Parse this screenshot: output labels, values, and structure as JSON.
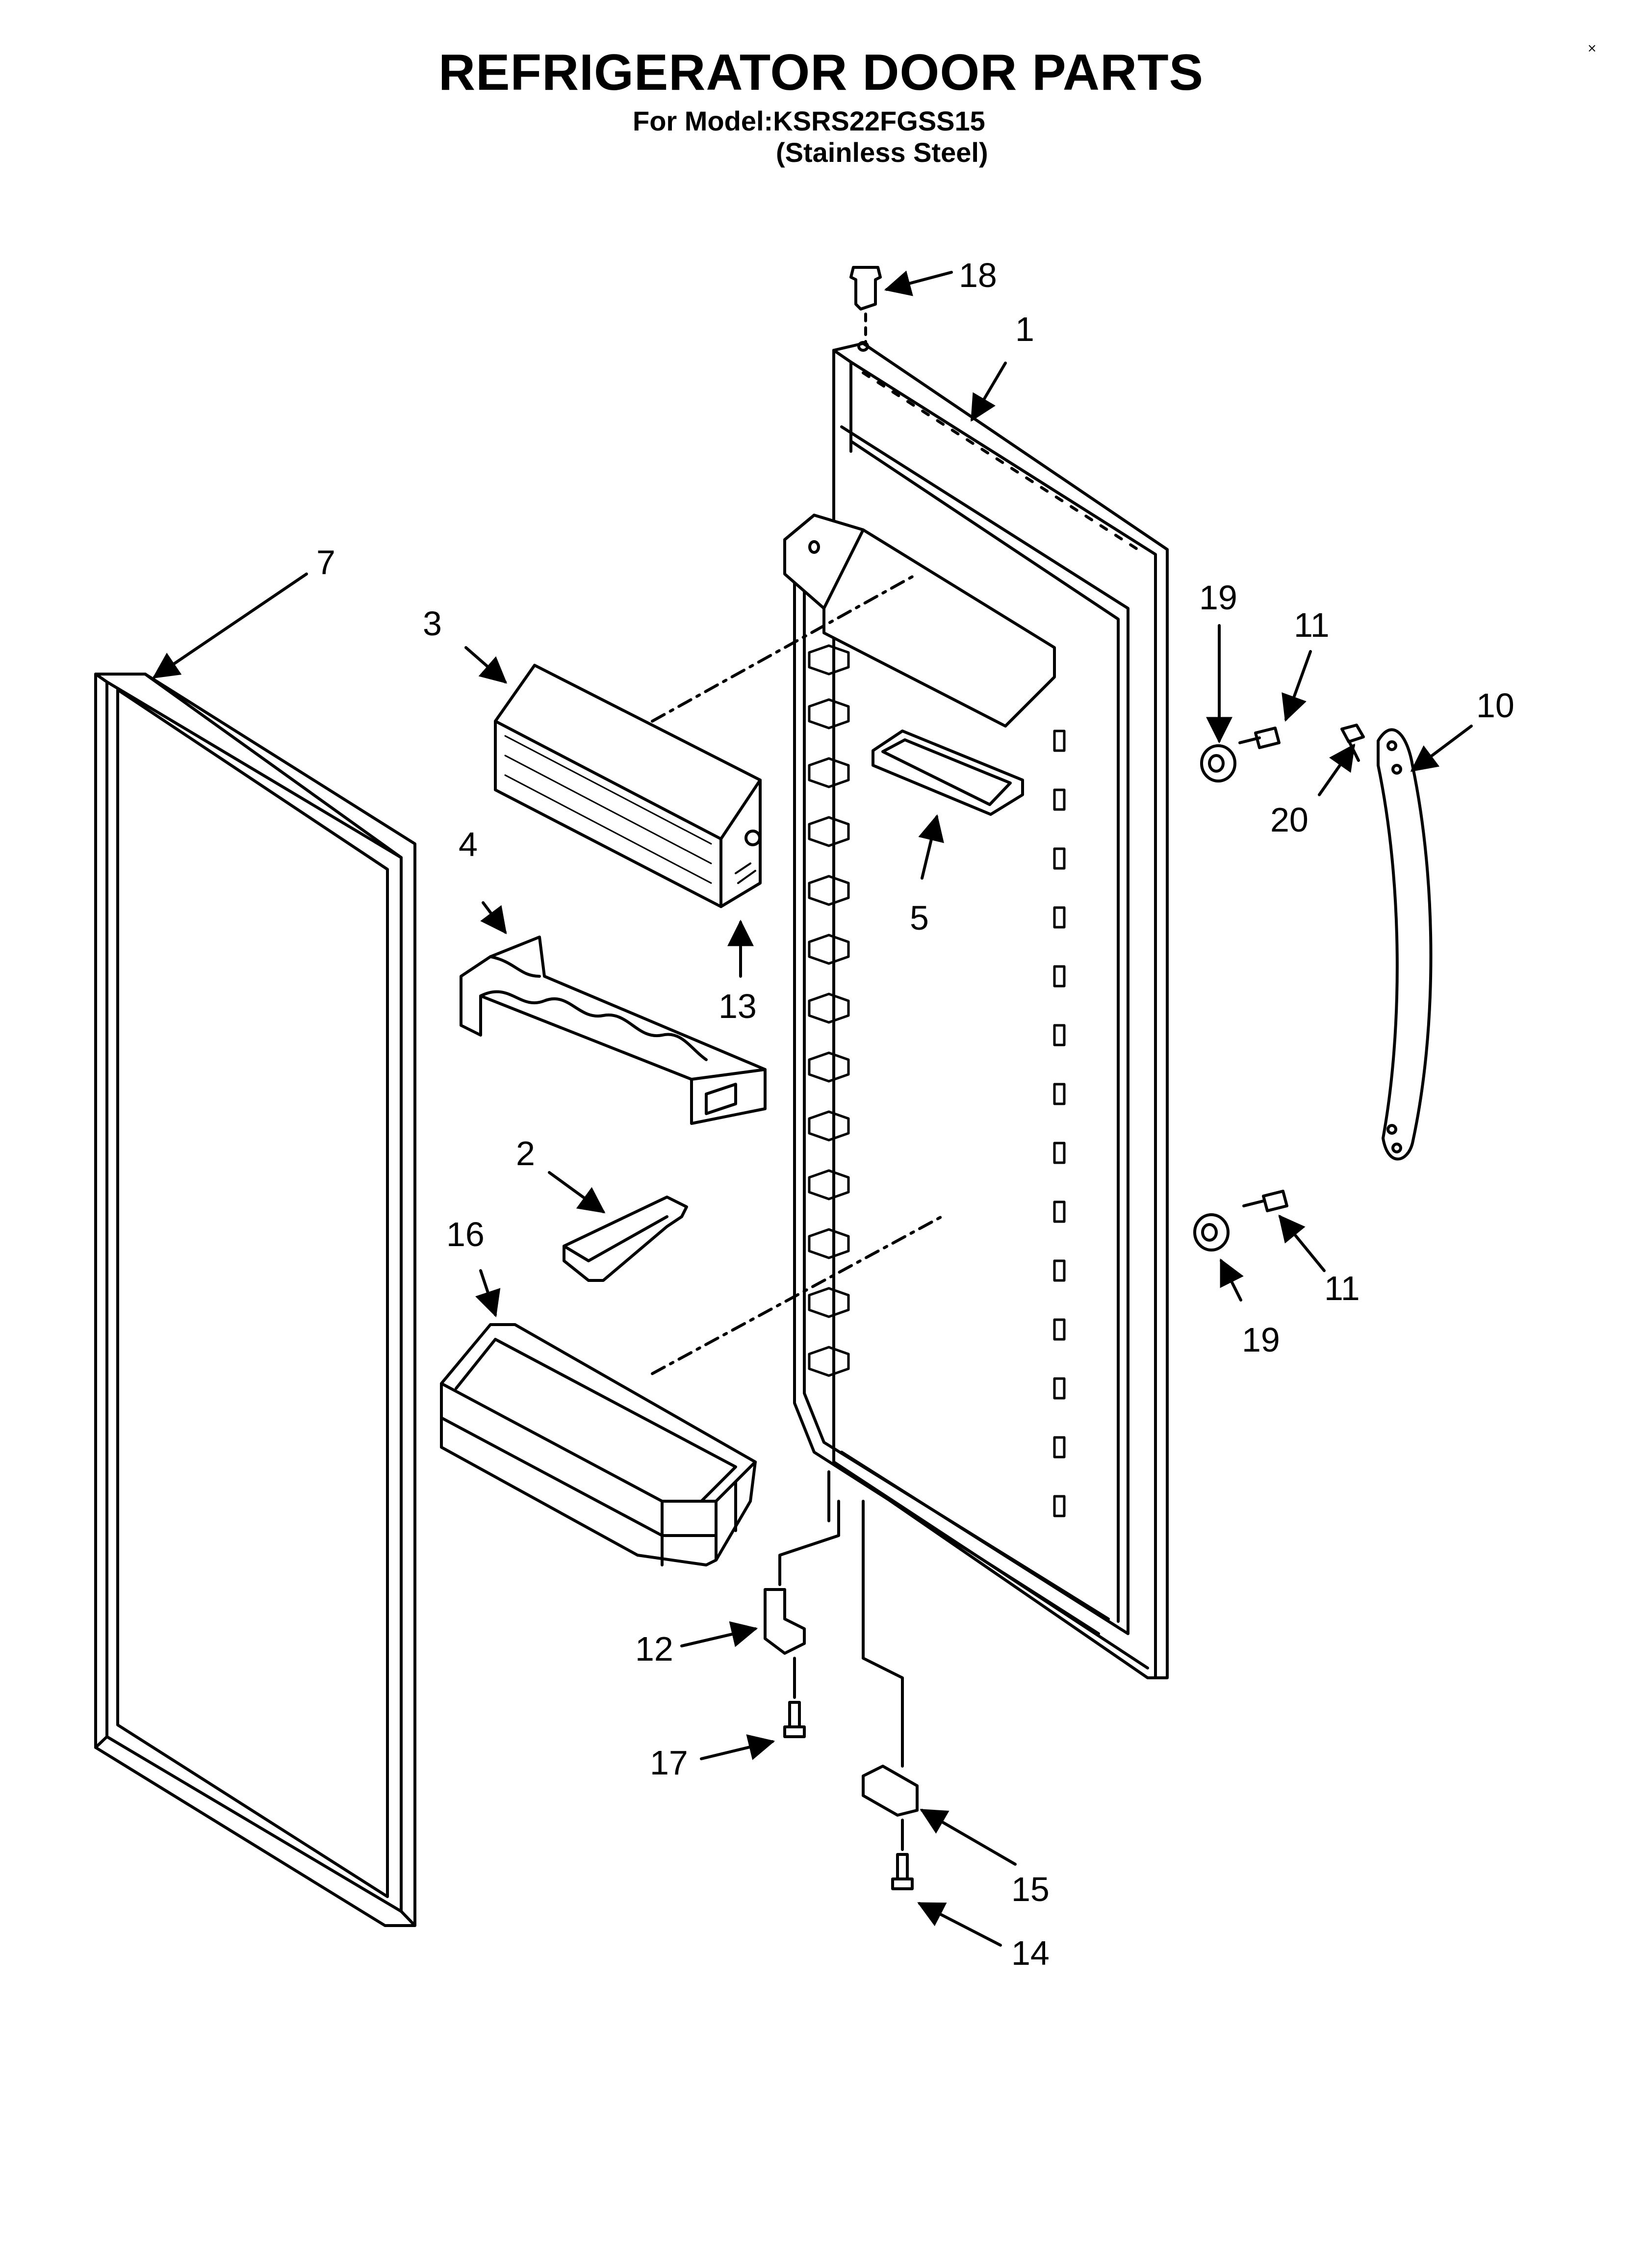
{
  "header": {
    "title": "REFRIGERATOR DOOR PARTS",
    "model_line": "For Model:KSRS22FGSS15",
    "finish_line": "(Stainless Steel)",
    "corner_mark": "×"
  },
  "callouts": [
    {
      "id": "callout-18",
      "label": "18"
    },
    {
      "id": "callout-1",
      "label": "1"
    },
    {
      "id": "callout-7",
      "label": "7"
    },
    {
      "id": "callout-3",
      "label": "3"
    },
    {
      "id": "callout-19-top",
      "label": "19"
    },
    {
      "id": "callout-11-top",
      "label": "11"
    },
    {
      "id": "callout-10",
      "label": "10"
    },
    {
      "id": "callout-20",
      "label": "20"
    },
    {
      "id": "callout-4",
      "label": "4"
    },
    {
      "id": "callout-5",
      "label": "5"
    },
    {
      "id": "callout-13",
      "label": "13"
    },
    {
      "id": "callout-2",
      "label": "2"
    },
    {
      "id": "callout-16",
      "label": "16"
    },
    {
      "id": "callout-11-bottom",
      "label": "11"
    },
    {
      "id": "callout-19-bottom",
      "label": "19"
    },
    {
      "id": "callout-12",
      "label": "12"
    },
    {
      "id": "callout-17",
      "label": "17"
    },
    {
      "id": "callout-15",
      "label": "15"
    },
    {
      "id": "callout-14",
      "label": "14"
    }
  ]
}
